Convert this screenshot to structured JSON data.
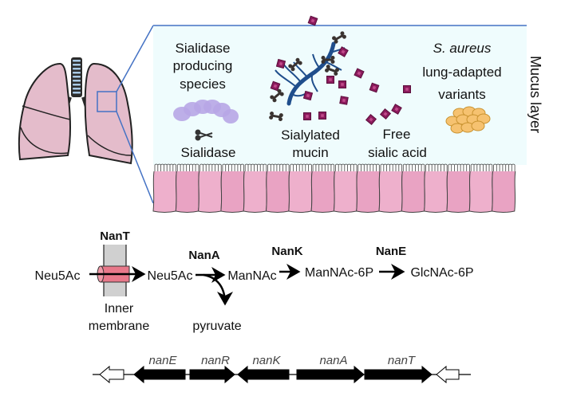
{
  "panel_top": {
    "mucus_layer_label": "Mucus layer",
    "sialidase_species": {
      "line1": "Sialidase",
      "line2": "producing",
      "line3": "species",
      "enzyme_label": "Sialidase"
    },
    "mucin": {
      "line1": "Sialylated",
      "line2": "mucin"
    },
    "free_sialic": {
      "line1": "Free",
      "line2": "sialic acid"
    },
    "saureus": {
      "line1": "S. aureus",
      "line2": "lung-adapted",
      "line3": "variants"
    },
    "colors": {
      "mucus_bg": "#effcfd",
      "zoom_lines": "#4472c4",
      "epithelium": "#e9a3c3",
      "lung": "#e4bccb",
      "sialic_acid": "#8b1a5c",
      "bacteria_purple": "#b7a6e6",
      "saureus_orange": "#f6c270",
      "mucin_blue": "#1f4e8c"
    }
  },
  "pathway": {
    "transporter": "NanT",
    "membrane_line1": "Inner",
    "membrane_line2": "membrane",
    "substrate_out": "Neu5Ac",
    "substrate_in": "Neu5Ac",
    "enzyme_a": "NanA",
    "product_a": "ManNAc",
    "byproduct": "pyruvate",
    "enzyme_k": "NanK",
    "product_k": "ManNAc-6P",
    "enzyme_e": "NanE",
    "product_e": "GlcNAc-6P"
  },
  "operon": {
    "genes": [
      {
        "name": "nanE",
        "direction": "left"
      },
      {
        "name": "nanR",
        "direction": "right"
      },
      {
        "name": "nanK",
        "direction": "left"
      },
      {
        "name": "nanA",
        "direction": "right"
      },
      {
        "name": "nanT",
        "direction": "right"
      }
    ],
    "flanking": [
      {
        "name": "left-flank",
        "direction": "left"
      },
      {
        "name": "right-flank",
        "direction": "left"
      }
    ]
  }
}
